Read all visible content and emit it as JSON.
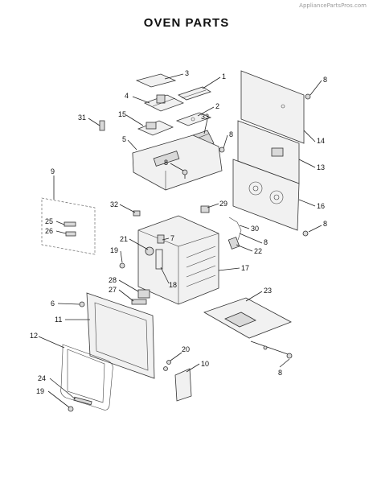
{
  "header": {
    "watermark": "AppliancePartsPros.com",
    "title": "OVEN PARTS"
  },
  "labels": {
    "p1": "1",
    "p2": "2",
    "p3": "3",
    "p4": "4",
    "p5": "5",
    "p6": "6",
    "p7": "7",
    "p8a": "8",
    "p8b": "8",
    "p8c": "8",
    "p8d": "8",
    "p8e": "8",
    "p8f": "8",
    "p9": "9",
    "p10": "10",
    "p11": "11",
    "p12": "12",
    "p13": "13",
    "p14": "14",
    "p15": "15",
    "p16": "16",
    "p17": "17",
    "p18": "18",
    "p19a": "19",
    "p19b": "19",
    "p20": "20",
    "p21": "21",
    "p22": "22",
    "p23": "23",
    "p24": "24",
    "p25": "25",
    "p26": "26",
    "p27": "27",
    "p28": "28",
    "p29": "29",
    "p30": "30",
    "p31": "31",
    "p32": "32",
    "p33": "33"
  }
}
